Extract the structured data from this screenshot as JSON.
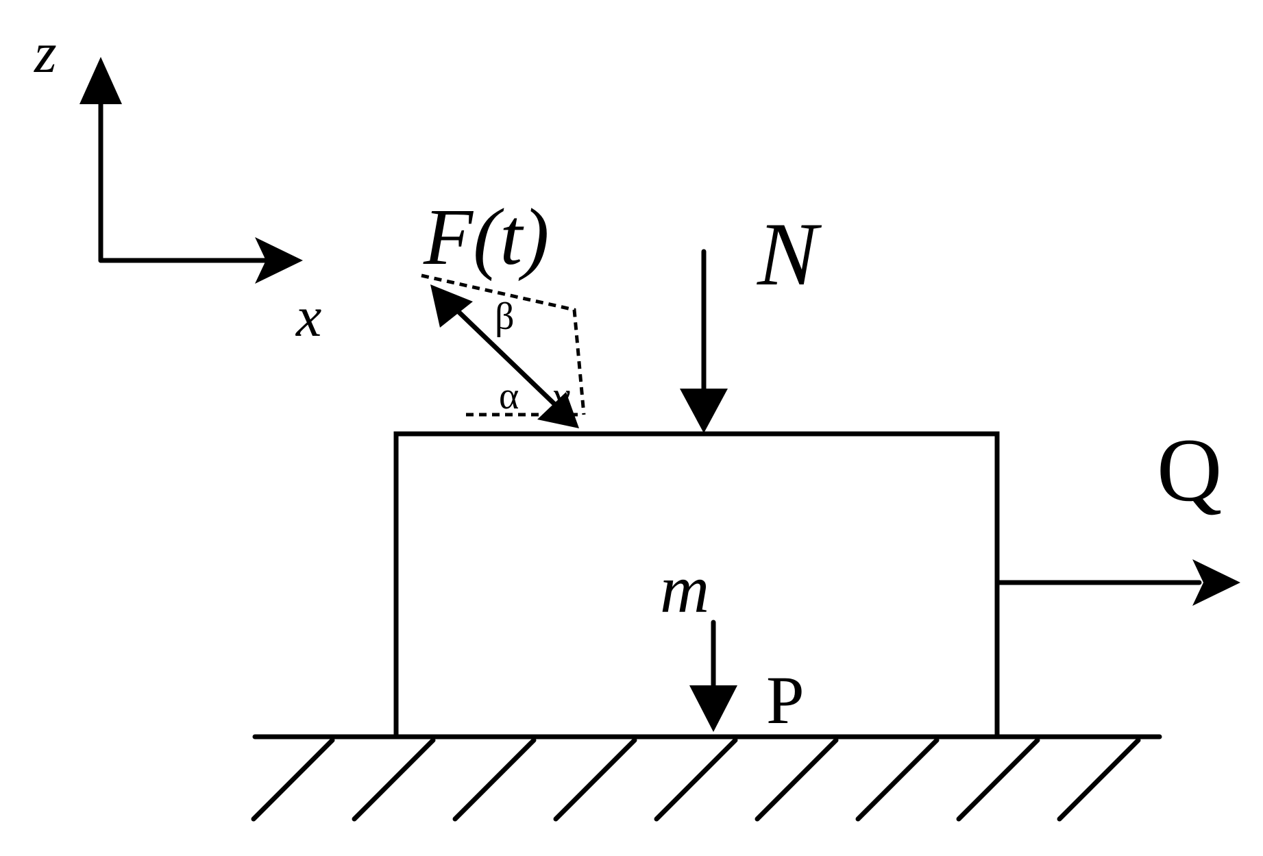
{
  "labels": {
    "z_axis": "z",
    "x_axis": "x",
    "force": "F(t)",
    "beta": "β",
    "alpha": "α",
    "gamma": "γ",
    "normal": "N",
    "tangential": "Q",
    "mass": "m",
    "weight": "P"
  },
  "colors": {
    "ink": "#000000",
    "background": "#ffffff"
  }
}
